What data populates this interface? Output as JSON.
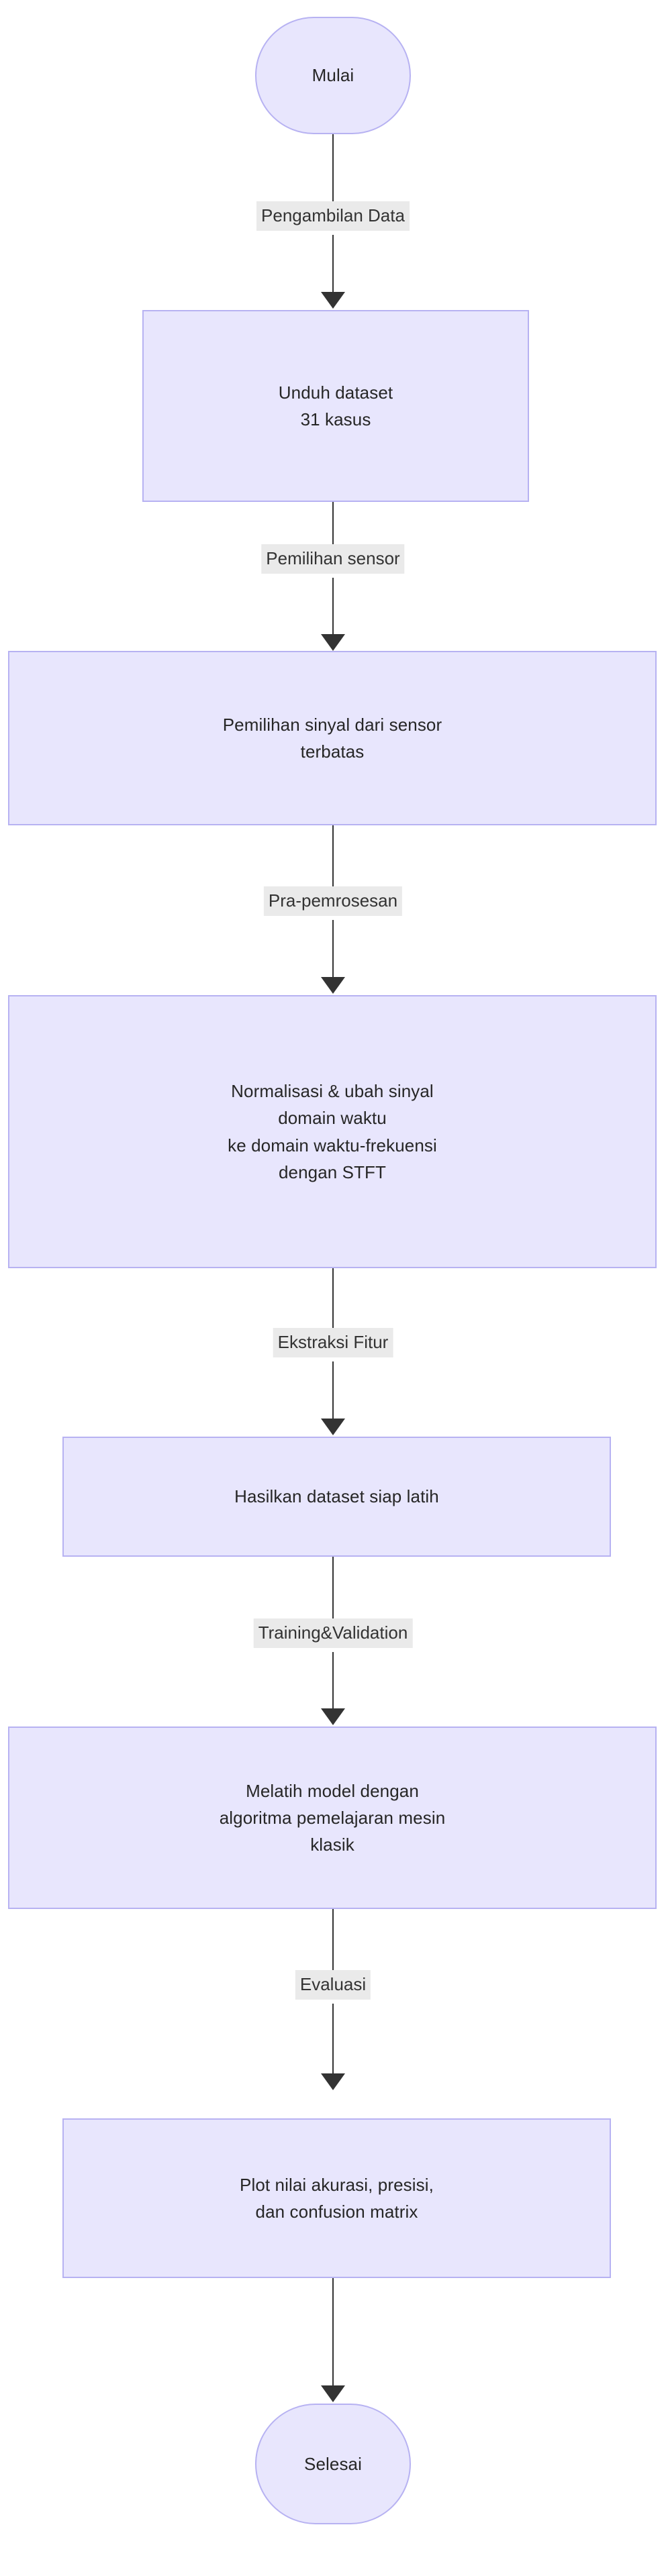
{
  "diagram": {
    "type": "flowchart",
    "orientation": "top-to-bottom",
    "language": "id",
    "colors": {
      "node_fill": "#e8e6fd",
      "node_border": "#b7b2f2",
      "node_text": "#262626",
      "edge_line": "#333333",
      "edge_label_bg": "#eaeaea",
      "edge_label_text": "#333333",
      "page_background": "#ffffff"
    },
    "nodes": [
      {
        "id": "start",
        "shape": "stadium",
        "lines": [
          "Mulai"
        ]
      },
      {
        "id": "download",
        "shape": "rectangle",
        "lines": [
          "Unduh dataset",
          "31 kasus"
        ]
      },
      {
        "id": "select",
        "shape": "rectangle",
        "lines": [
          "Pemilihan sinyal dari sensor",
          "terbatas"
        ]
      },
      {
        "id": "preprocess",
        "shape": "rectangle",
        "lines": [
          "Normalisasi & ubah sinyal",
          "domain waktu",
          "ke domain waktu-frekuensi",
          "dengan STFT"
        ]
      },
      {
        "id": "dataset",
        "shape": "rectangle",
        "lines": [
          "Hasilkan dataset siap latih"
        ]
      },
      {
        "id": "train",
        "shape": "rectangle",
        "lines": [
          "Melatih model dengan",
          "algoritma pemelajaran mesin",
          "klasik"
        ]
      },
      {
        "id": "evaluate",
        "shape": "rectangle",
        "lines": [
          "Plot nilai akurasi, presisi,",
          "dan confusion matrix"
        ]
      },
      {
        "id": "end",
        "shape": "stadium",
        "lines": [
          "Selesai"
        ]
      }
    ],
    "edges": [
      {
        "from": "start",
        "to": "download",
        "label": "Pengambilan Data"
      },
      {
        "from": "download",
        "to": "select",
        "label": "Pemilihan sensor"
      },
      {
        "from": "select",
        "to": "preprocess",
        "label": "Pra-pemrosesan"
      },
      {
        "from": "preprocess",
        "to": "dataset",
        "label": "Ekstraksi Fitur"
      },
      {
        "from": "dataset",
        "to": "train",
        "label": "Training&Validation"
      },
      {
        "from": "train",
        "to": "evaluate",
        "label": "Evaluasi"
      },
      {
        "from": "evaluate",
        "to": "end",
        "label": ""
      }
    ]
  }
}
